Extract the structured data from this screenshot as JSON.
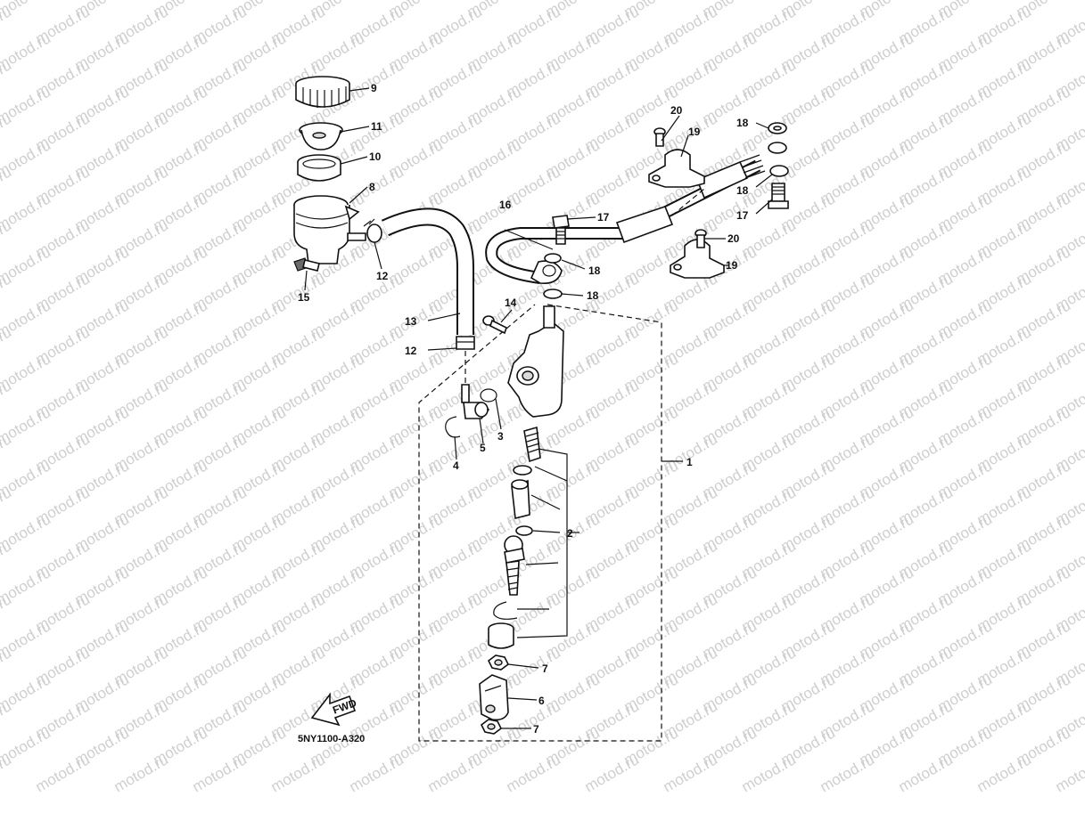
{
  "watermark": "motod.ru",
  "diagram_code": "5NY1100-A320",
  "direction_badge": "FWD",
  "callouts": {
    "c1": "1",
    "c2": "2",
    "c3": "3",
    "c4": "4",
    "c5": "5",
    "c6": "6",
    "c7a": "7",
    "c7b": "7",
    "c8": "8",
    "c9": "9",
    "c10": "10",
    "c11": "11",
    "c12a": "12",
    "c12b": "12",
    "c13": "13",
    "c14": "14",
    "c15": "15",
    "c16": "16",
    "c17a": "17",
    "c17b": "17",
    "c18a": "18",
    "c18b": "18",
    "c18c": "18",
    "c18d": "18",
    "c19a": "19",
    "c19b": "19",
    "c20a": "20",
    "c20b": "20"
  }
}
